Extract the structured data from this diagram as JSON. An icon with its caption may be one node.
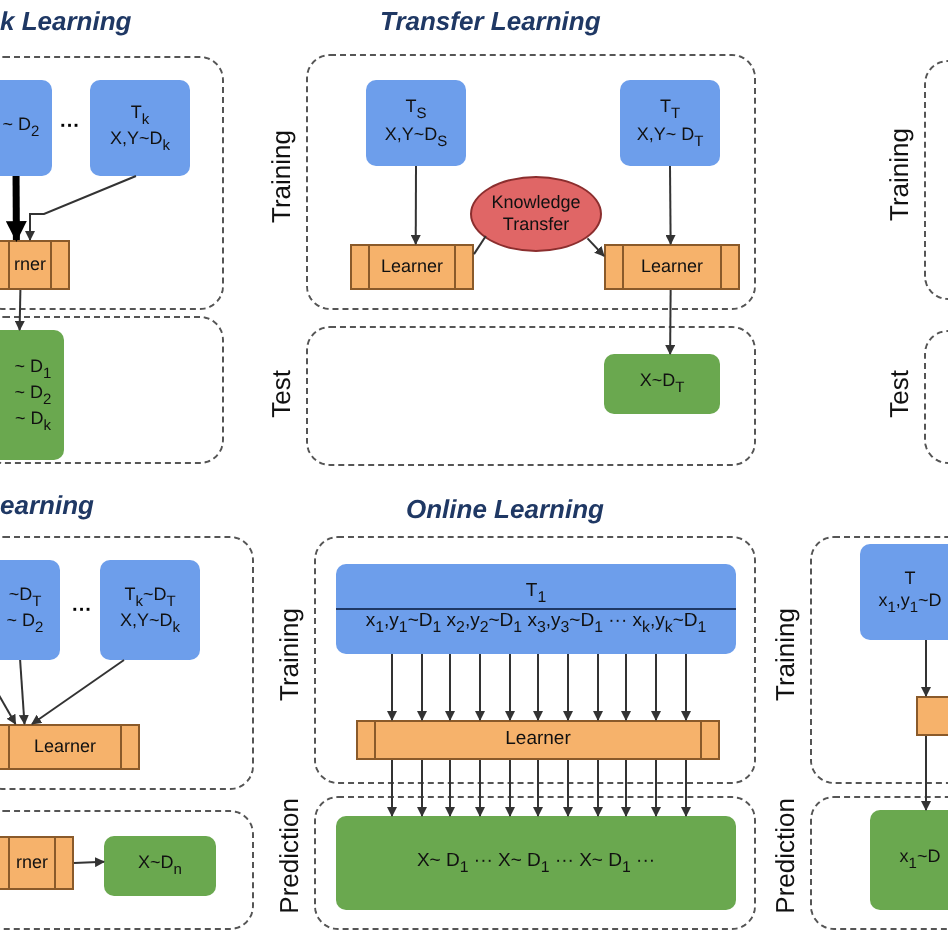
{
  "diagram": {
    "nodes": [
      {
        "text": [],
        "shape": "box"
      },
      {
        "text": [
          "~ D$_{2}$"
        ],
        "in": 0
      },
      {
        "text": [
          "T$_{k}$",
          "X,Y~D$_{k}$"
        ],
        "in": 0
      },
      {
        "text": [
          "rner"
        ],
        "in": 0
      },
      {
        "text": [],
        "shape": "box"
      },
      {
        "text": [
          "~ D$_{1}$ ~ D$_{2}$ ~ D$_{k}$"
        ],
        "in": 4
      },
      {
        "text": [
          "Training"
        ]
      },
      {
        "text": [
          "T$_{S}$",
          "X,Y~D$_{S}$"
        ],
        "in": 6
      },
      {
        "text": [
          "T$_{T}$",
          "X,Y~ D$_{T}$"
        ],
        "in": 6
      },
      {
        "text": [
          "Knowledge Transfer"
        ],
        "in": 6
      },
      {
        "text": [
          "Learner"
        ],
        "in": 6
      },
      {
        "text": [
          "Learner"
        ],
        "in": 6
      },
      {
        "text": [
          "Test"
        ]
      },
      {
        "text": [
          "X~D$_{T}$"
        ],
        "in": 12
      },
      {
        "text": [
          "Training"
        ]
      },
      {
        "text": [
          "Test"
        ]
      },
      {
        "text": [],
        "shape": "box"
      },
      {
        "text": [
          "~D$_{T}$",
          "~ D$_{2}$"
        ],
        "in": 16
      },
      {
        "text": [
          "T$_{k}$~D$_{T}$",
          "X,Y~D$_{k}$"
        ],
        "in": 16
      },
      {
        "text": [
          "Learner"
        ],
        "in": 16
      },
      {
        "text": [],
        "shape": "box"
      },
      {
        "text": [
          "rner"
        ],
        "in": 20
      },
      {
        "text": [
          "X~D$_{n}$"
        ],
        "in": 20
      },
      {
        "text": [
          "Training"
        ]
      },
      {
        "text": [
          "T$_{1}$",
          "x$_{1}$,y$_{1}$~D$_{1}$ x$_{2}$,y$_{2}$~D$_{1}$ x$_{3}$,y$_{3}$~D$_{1}$ ··· x$_{k}$,y$_{k}$~D$_{1}$"
        ],
        "in": 23
      },
      {
        "text": [
          "Learner"
        ],
        "in": 23
      },
      {
        "text": [
          "Prediction"
        ]
      },
      {
        "text": [
          "X~ D$_{1}$ ··· X~ D$_{1}$ ··· X~ D$_{1}$ ···"
        ],
        "in": 26
      },
      {
        "text": [
          "Training"
        ]
      },
      {
        "text": [
          "T",
          "x$_{1}$,y$_{1}$~D"
        ],
        "in": 28
      },
      {
        "text": [],
        "shape": "box",
        "in": 28
      },
      {
        "text": [
          "Prediction"
        ]
      },
      {
        "text": [
          "x$_{1}$~D"
        ],
        "in": 31
      }
    ],
    "edges": [
      {
        "from": 1,
        "to": 3,
        "arrow": "to",
        "style": "thick"
      },
      {
        "from": 2,
        "to": 3,
        "arrow": "to"
      },
      {
        "from": 3,
        "to": 5,
        "arrow": "to"
      },
      {
        "from": 7,
        "to": 10,
        "arrow": "to"
      },
      {
        "from": 8,
        "to": 11,
        "arrow": "to"
      },
      {
        "from": 9,
        "to": 10,
        "arrow": "none"
      },
      {
        "from": 9,
        "to": 11,
        "arrow": "to"
      },
      {
        "from": 11,
        "to": 13,
        "arrow": "to"
      },
      {
        "from": 17,
        "to": 19,
        "arrow": "to"
      },
      {
        "from": 18,
        "to": 19,
        "arrow": "to"
      },
      {
        "from": null,
        "to": 19,
        "arrow": "to"
      },
      {
        "from": 21,
        "to": 22,
        "arrow": "to"
      },
      {
        "from": 24,
        "to": 25,
        "arrow": "to"
      },
      {
        "from": 24,
        "to": 25,
        "arrow": "to"
      },
      {
        "from": 24,
        "to": 25,
        "arrow": "to"
      },
      {
        "from": 24,
        "to": 25,
        "arrow": "to"
      },
      {
        "from": 24,
        "to": 25,
        "arrow": "to"
      },
      {
        "from": 24,
        "to": 25,
        "arrow": "to"
      },
      {
        "from": 24,
        "to": 25,
        "arrow": "to"
      },
      {
        "from": 24,
        "to": 25,
        "arrow": "to"
      },
      {
        "from": 24,
        "to": 25,
        "arrow": "to"
      },
      {
        "from": 24,
        "to": 25,
        "arrow": "to"
      },
      {
        "from": 24,
        "to": 25,
        "arrow": "to"
      },
      {
        "from": 25,
        "to": 27,
        "arrow": "to"
      },
      {
        "from": 25,
        "to": 27,
        "arrow": "to"
      },
      {
        "from": 25,
        "to": 27,
        "arrow": "to"
      },
      {
        "from": 25,
        "to": 27,
        "arrow": "to"
      },
      {
        "from": 25,
        "to": 27,
        "arrow": "to"
      },
      {
        "from": 25,
        "to": 27,
        "arrow": "to"
      },
      {
        "from": 25,
        "to": 27,
        "arrow": "to"
      },
      {
        "from": 25,
        "to": 27,
        "arrow": "to"
      },
      {
        "from": 25,
        "to": 27,
        "arrow": "to"
      },
      {
        "from": 25,
        "to": 27,
        "arrow": "to"
      },
      {
        "from": 25,
        "to": 27,
        "arrow": "to"
      },
      {
        "from": 29,
        "to": 30,
        "arrow": "to"
      },
      {
        "from": 30,
        "to": 32,
        "arrow": "to"
      }
    ],
    "labels": [
      "k Learning",
      "Transfer Learning",
      "···",
      "earning",
      "Online Learning",
      "···"
    ]
  }
}
